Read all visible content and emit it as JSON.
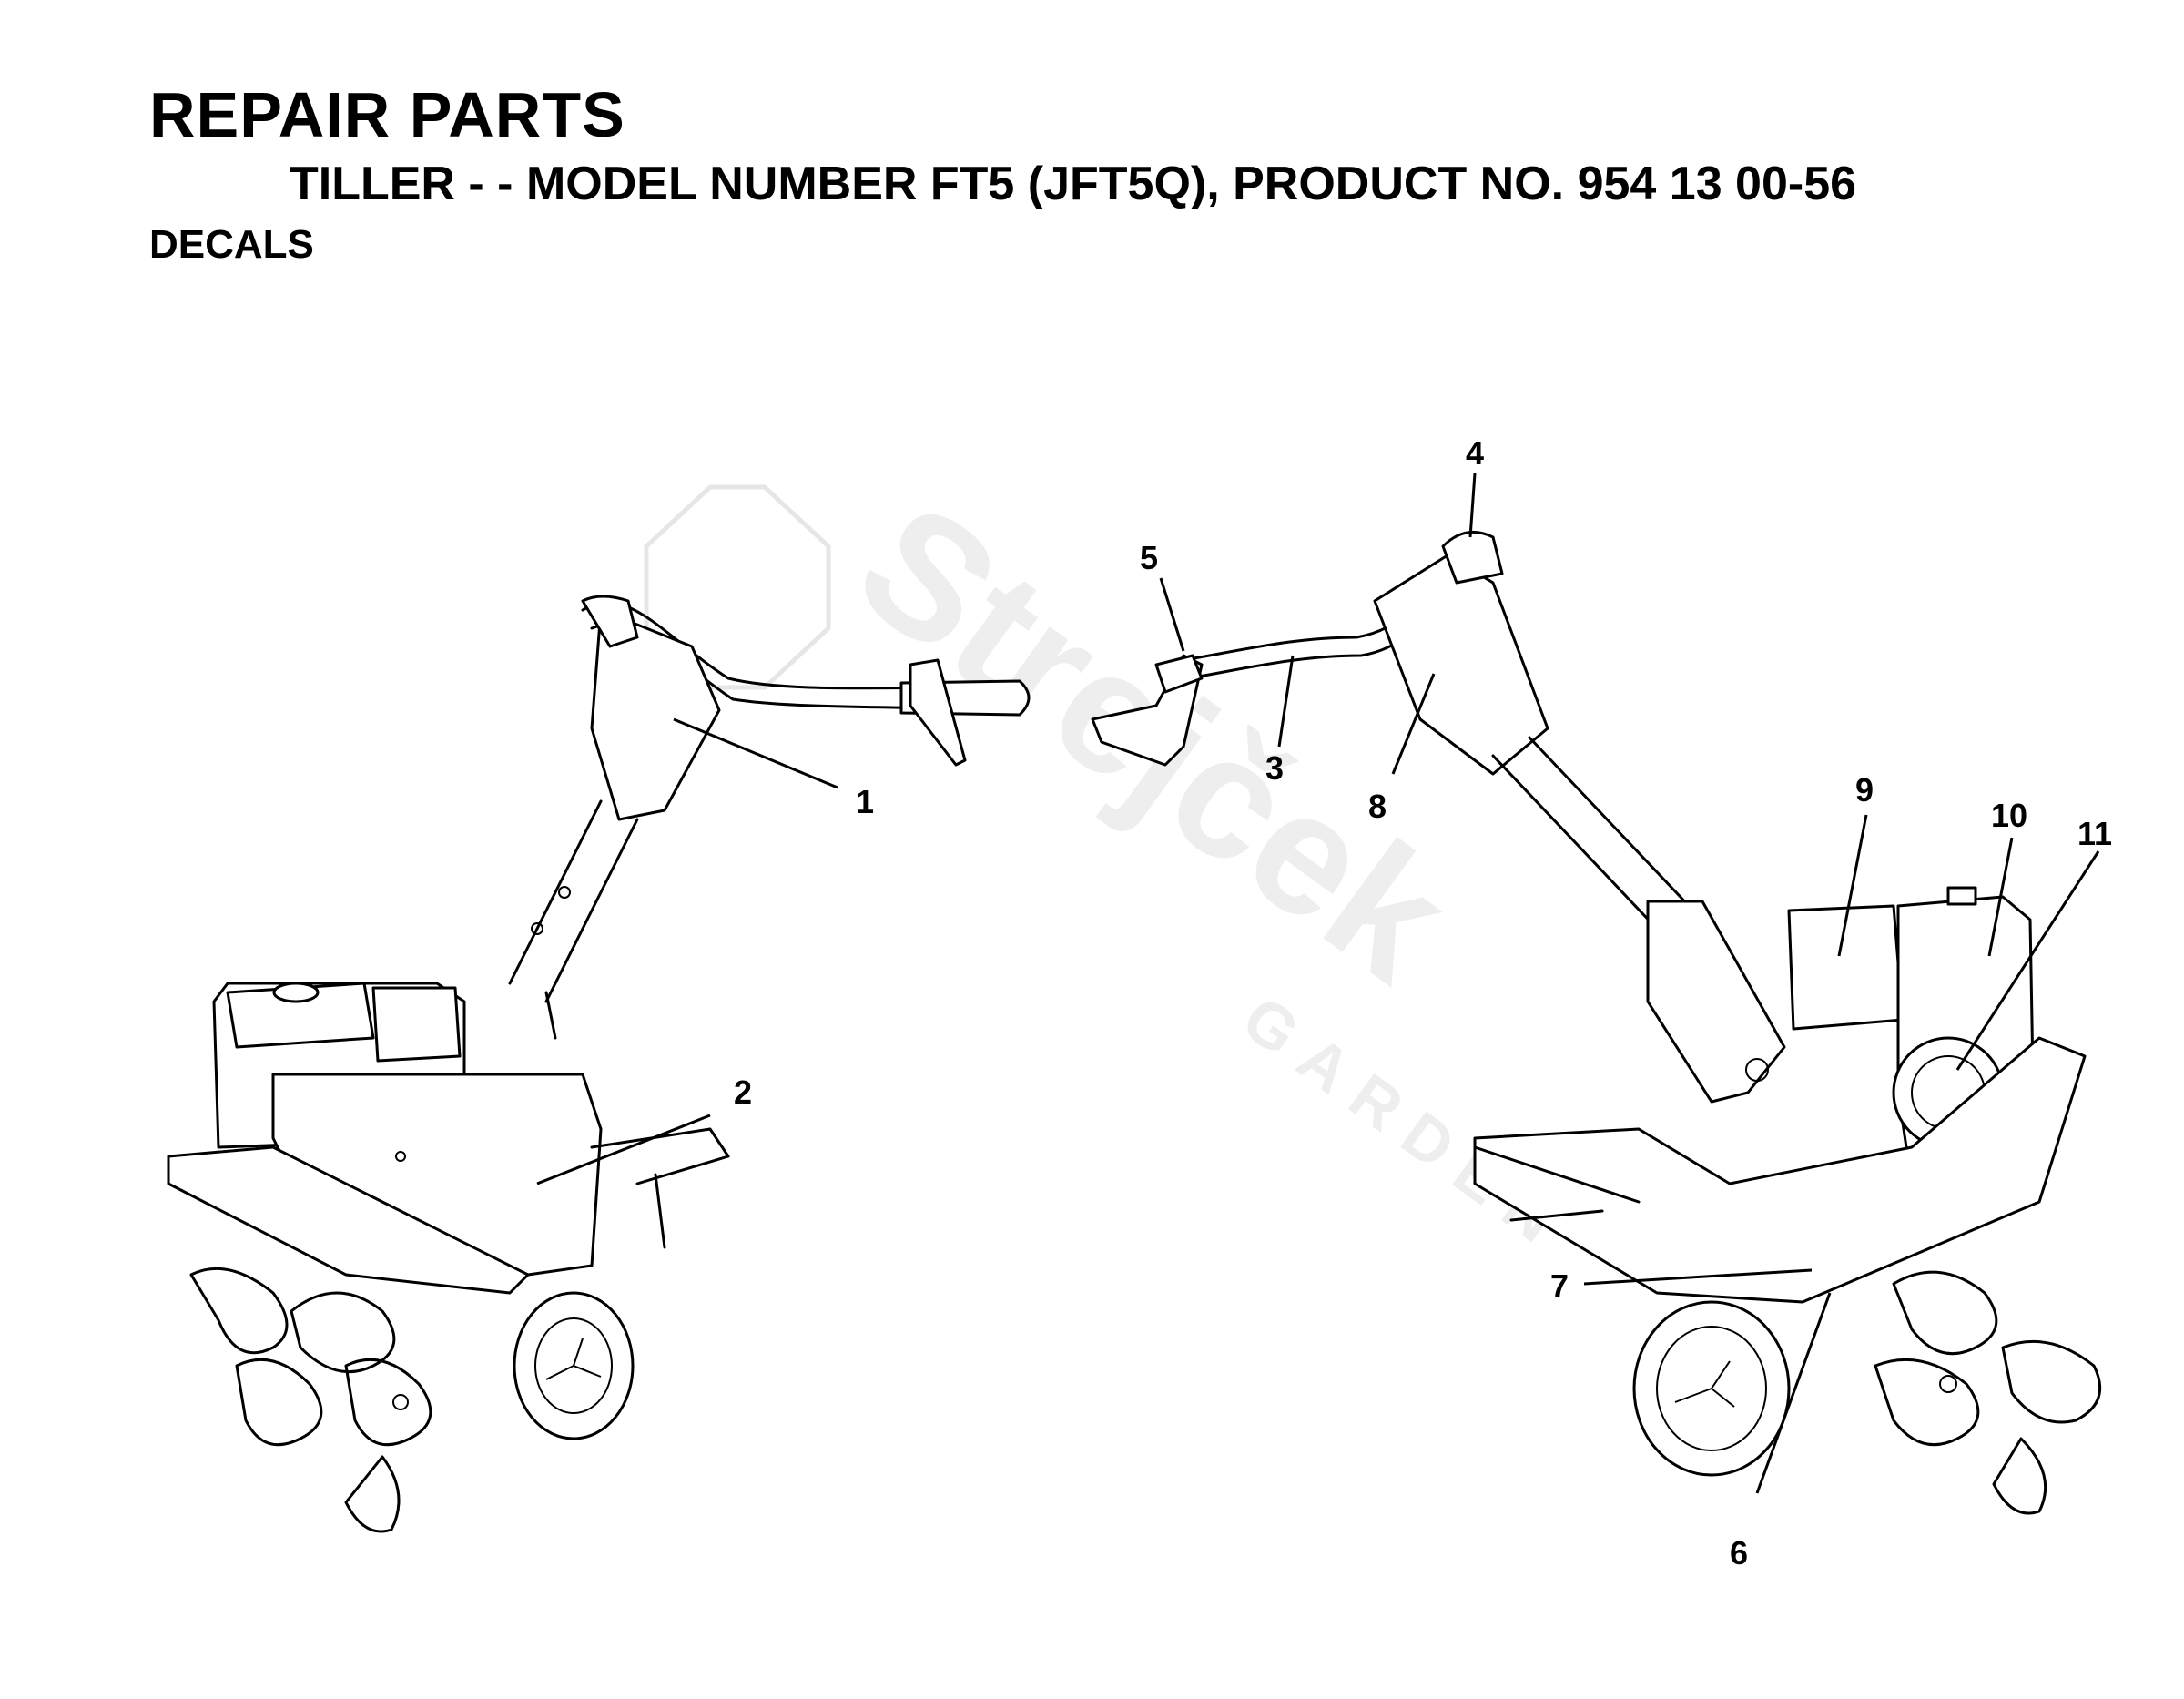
{
  "header": {
    "title": "REPAIR PARTS",
    "subtitle": "TILLER - - MODEL NUMBER FT5 (JFT5Q), PRODUCT NO. 954 13 00-56",
    "section": "DECALS"
  },
  "watermark": {
    "brand": "Strejček",
    "tagline": "GARDEN"
  },
  "callouts": [
    {
      "id": "1",
      "label": "1"
    },
    {
      "id": "2",
      "label": "2"
    },
    {
      "id": "3",
      "label": "3"
    },
    {
      "id": "4",
      "label": "4"
    },
    {
      "id": "5",
      "label": "5"
    },
    {
      "id": "6",
      "label": "6"
    },
    {
      "id": "7",
      "label": "7"
    },
    {
      "id": "8",
      "label": "8"
    },
    {
      "id": "9",
      "label": "9"
    },
    {
      "id": "10",
      "label": "10"
    },
    {
      "id": "11",
      "label": "11"
    }
  ]
}
